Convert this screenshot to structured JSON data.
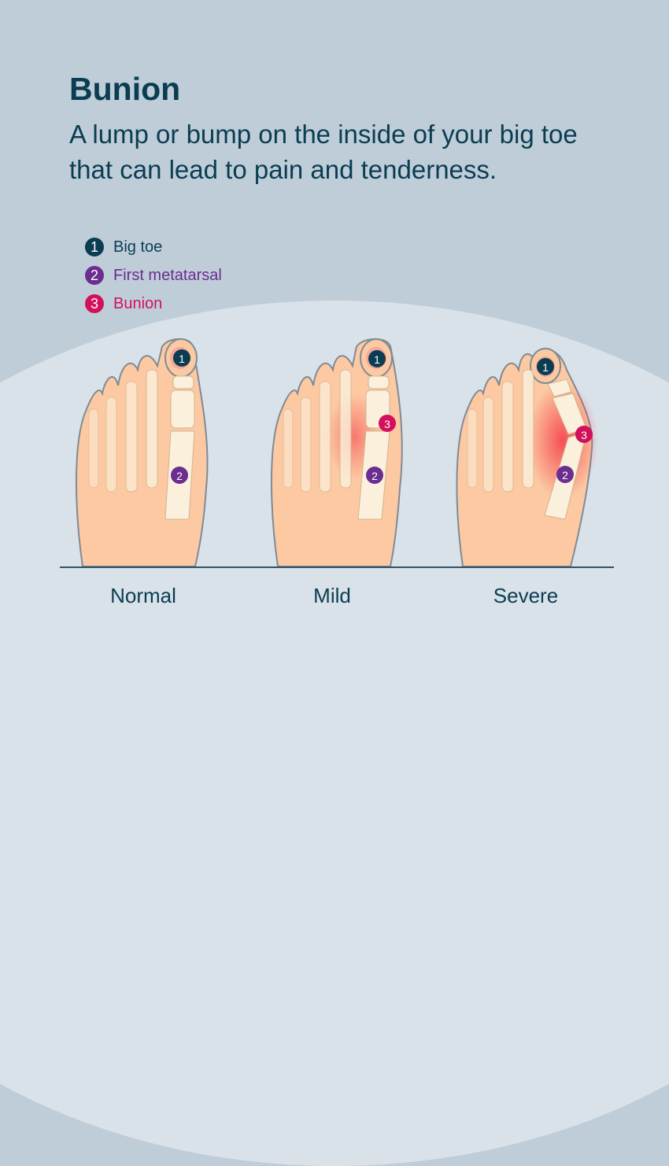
{
  "header": {
    "title": "Bunion",
    "subtitle": "A lump or bump on the inside of your big toe that can lead to pain and tenderness."
  },
  "legend": [
    {
      "num": "1",
      "label": "Big toe",
      "color": "#0a3d52"
    },
    {
      "num": "2",
      "label": "First metatarsal",
      "color": "#6b2d8f"
    },
    {
      "num": "3",
      "label": "Bunion",
      "color": "#d3105b"
    }
  ],
  "stages": [
    {
      "label": "Normal"
    },
    {
      "label": "Mild"
    },
    {
      "label": "Severe"
    }
  ],
  "colors": {
    "background": "#bfcdd9",
    "arc": "#d9e1e9",
    "skin": "#fcc9a2",
    "bone": "#fbf0dc",
    "outline": "#7f8b96",
    "ground": "#2c5466"
  }
}
